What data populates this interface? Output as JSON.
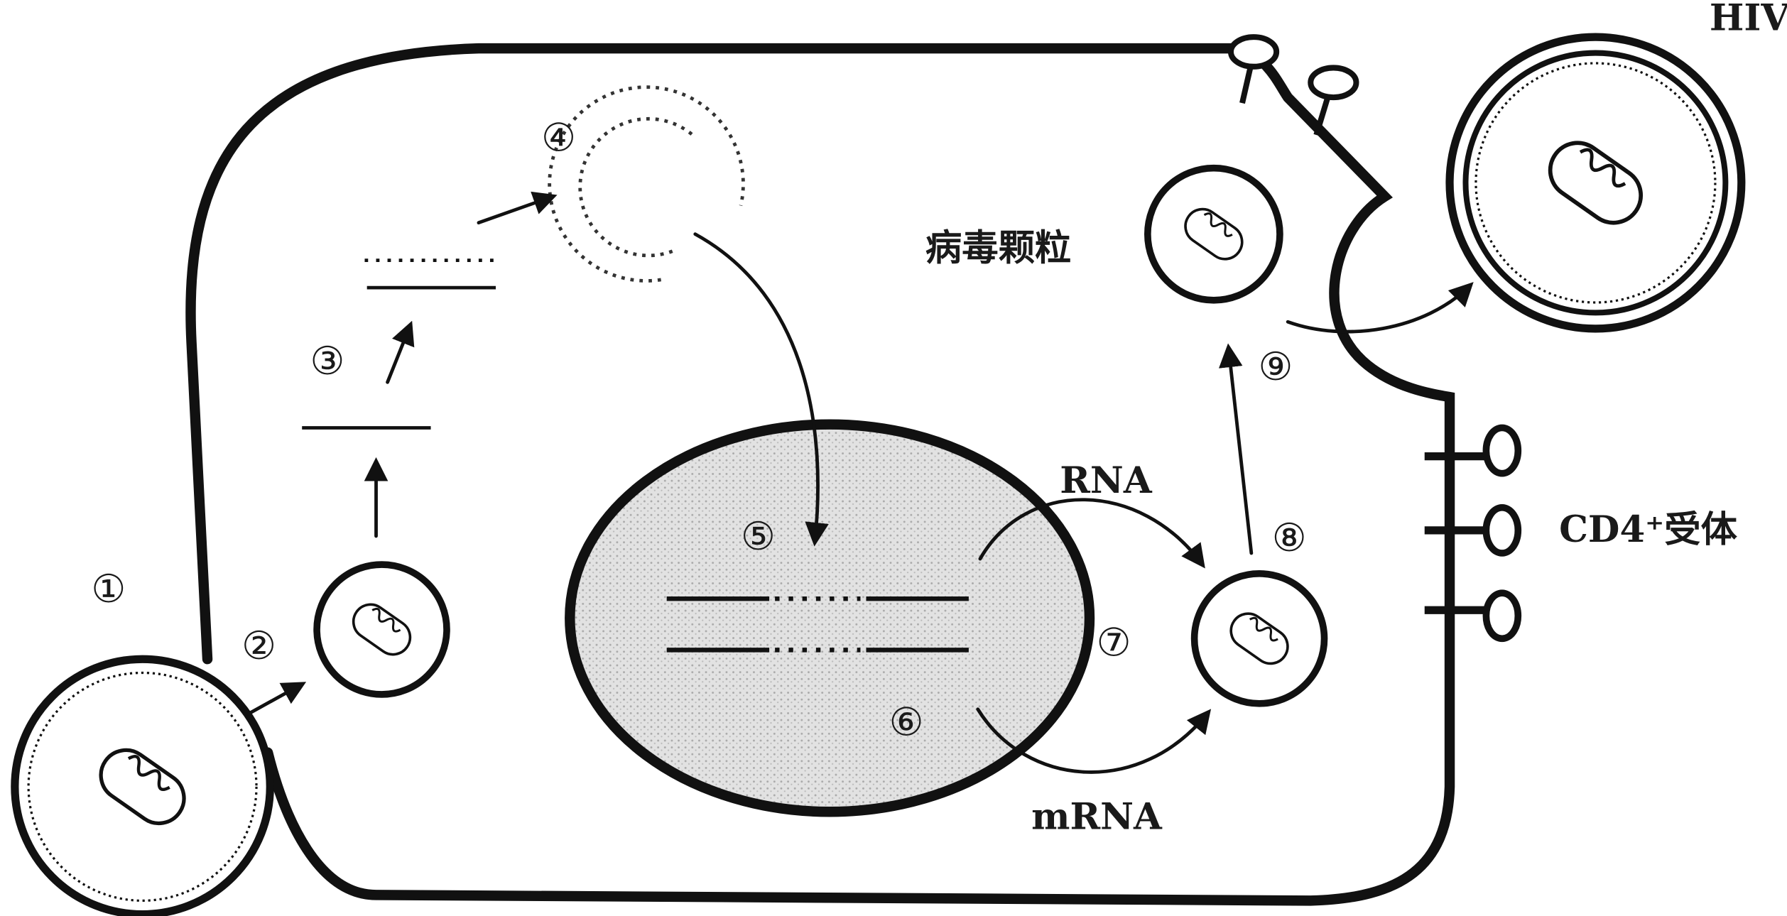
{
  "title": "HIV infection cycle in a CD4+ T cell",
  "labels": {
    "hiv": "HIV",
    "virus_particle": "病毒颗粒",
    "cd4_receptor": "CD4⁺受体",
    "rna": "RNA",
    "mrna": "mRNA"
  },
  "steps": [
    "①",
    "②",
    "③",
    "④",
    "⑤",
    "⑥",
    "⑦",
    "⑧",
    "⑨"
  ],
  "colors": {
    "ink": "#111111",
    "nucleus": "#d8d8d8",
    "background": "#ffffff"
  }
}
